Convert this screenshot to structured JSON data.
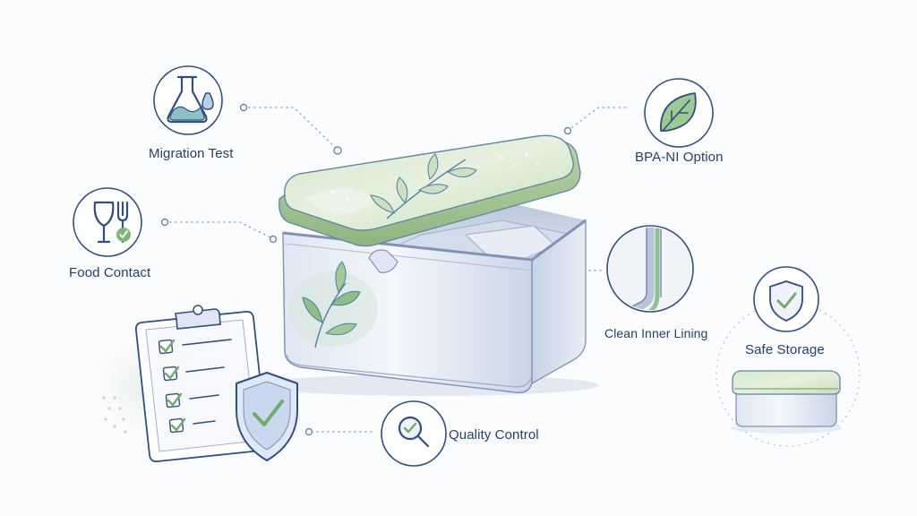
{
  "labels": {
    "migration_test": "Migration Test",
    "bpa_ni_option": "BPA-NI Option",
    "food_contact": "Food Contact",
    "clean_inner_lining": "Clean Inner Lining",
    "safe_storage": "Safe Storage",
    "quality_control": "Quality Control"
  },
  "colors": {
    "ink": "#2d4f86",
    "green": "#7fb77a",
    "lid_green": "#cfe3c6",
    "tin": "#cdd8ea",
    "tin_light": "#e9eff8"
  },
  "icons": {
    "migration_test": "flask-droplet-icon",
    "bpa_ni_option": "leaf-icon",
    "food_contact": "glass-fork-check-icon",
    "clean_inner_lining": "lining-detail-icon",
    "safe_storage": "shield-check-icon",
    "quality_control": "magnifier-check-icon",
    "clipboard": "checklist-clipboard-icon"
  }
}
